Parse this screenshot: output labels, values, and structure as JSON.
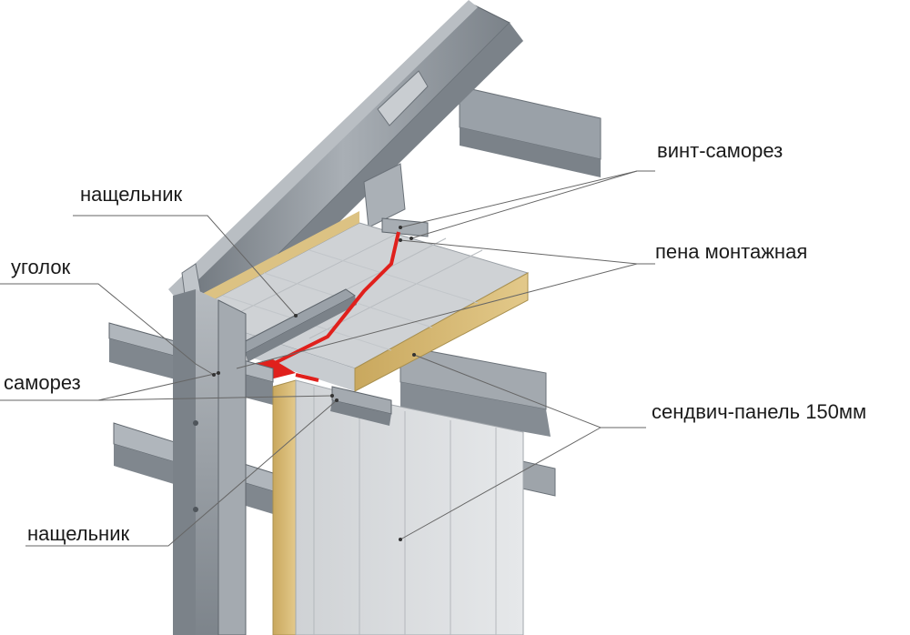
{
  "labels": {
    "screw_self_tapping": "винт-саморез",
    "flashing_top": "нащельник",
    "mounting_foam": "пена монтажная",
    "angle": "уголок",
    "screw": "саморез",
    "sandwich_panel": "сендвич-панель 150мм",
    "flashing_bottom": "нащельник"
  },
  "colors": {
    "steel": "#8d949b",
    "steel_dark": "#5f666d",
    "steel_light": "#c3c8cd",
    "panel_face": "#d9dbdd",
    "panel_core": "#d8c07a",
    "foam": "#e0201c",
    "leader": "#666666"
  }
}
